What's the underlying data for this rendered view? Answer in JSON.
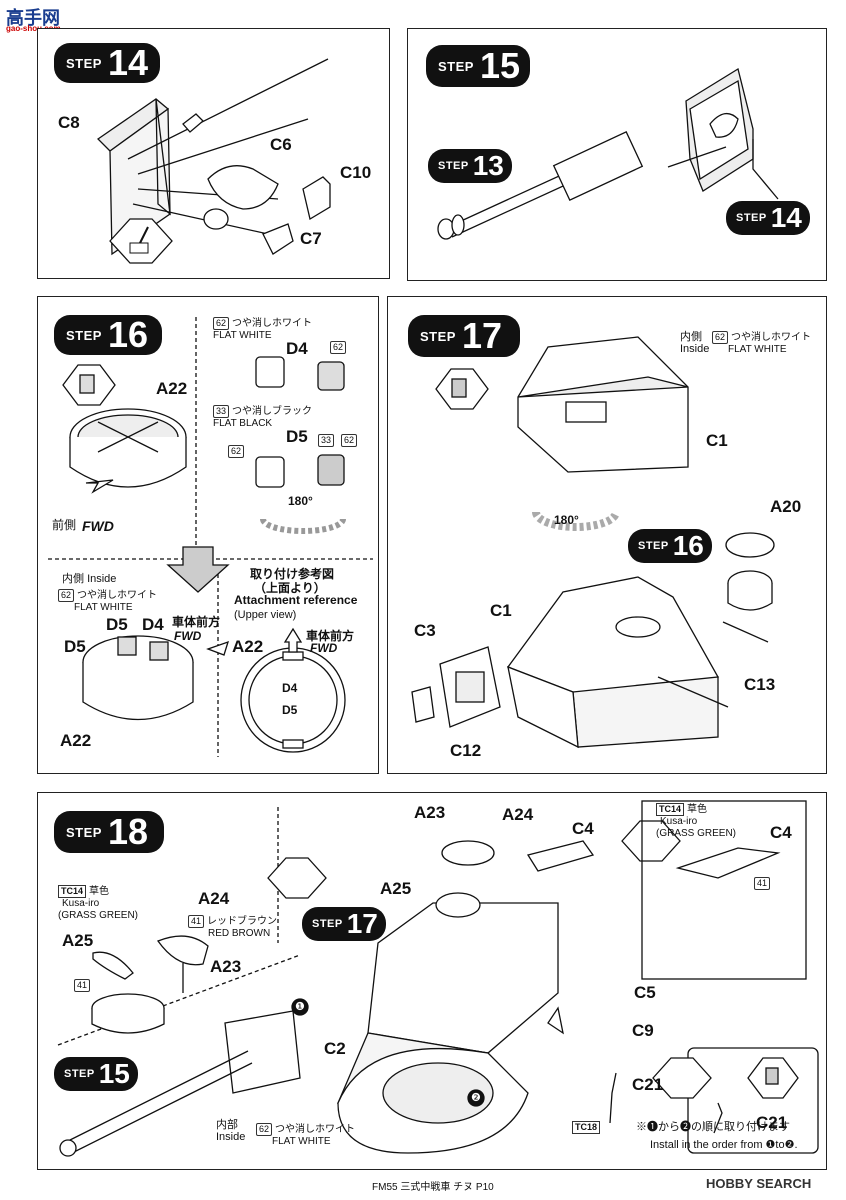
{
  "watermark": {
    "top_text": "高手网",
    "url": "gao-shou.com",
    "brand": "HOBBY SEARCH"
  },
  "footer": {
    "text": "FM55 三式中戦車 チヌ P10"
  },
  "step14": {
    "title_word": "STEP",
    "number": "14",
    "parts": [
      "C8",
      "C6",
      "C10",
      "C7"
    ]
  },
  "step15": {
    "title_word": "STEP",
    "number": "15",
    "sub1": "13",
    "sub2": "14"
  },
  "step16": {
    "title_word": "STEP",
    "number": "16",
    "part_a22": "A22",
    "fwd_jp": "前側",
    "fwd_en": "FWD",
    "flat_white_num": "62",
    "flat_white_jp": "つや消しホワイト",
    "flat_white_en": "FLAT WHITE",
    "d4": "D4",
    "d4_badge": "62",
    "flat_black_num": "33",
    "flat_black_jp": "つや消しブラック",
    "flat_black_en": "FLAT BLACK",
    "d5": "D5",
    "d5_badge1": "33",
    "d5_badge2": "62",
    "d5_left_badge": "62",
    "rotate": "180°",
    "inside_jp": "内側",
    "inside_en": "Inside",
    "inside_color_num": "62",
    "inside_color_jp": "つや消しホワイト",
    "inside_color_en": "FLAT WHITE",
    "lower_d5a": "D5",
    "lower_d4": "D4",
    "lower_d5b": "D5",
    "lower_a22": "A22",
    "hull_fwd_jp": "車体前方",
    "hull_fwd_en": "FWD",
    "ref_jp1": "取り付け参考図",
    "ref_jp2": "（上面より）",
    "ref_en1": "Attachment reference",
    "ref_en2": "(Upper view)",
    "ref_a22": "A22",
    "ref_d4": "D4",
    "ref_d5": "D5",
    "ref_fwd_jp": "車体前方",
    "ref_fwd_en": "FWD"
  },
  "step17": {
    "title_word": "STEP",
    "number": "17",
    "inside_jp": "内側",
    "inside_en": "Inside",
    "color_num": "62",
    "color_jp": "つや消しホワイト",
    "color_en": "FLAT WHITE",
    "c1_top": "C1",
    "rotate": "180°",
    "sub_step": "16",
    "a20": "A20",
    "c1": "C1",
    "c3": "C3",
    "c12": "C12",
    "c13": "C13"
  },
  "step18": {
    "title_word": "STEP",
    "number": "18",
    "grass_tc": "TC14",
    "grass_jp": "草色",
    "grass_romaji": "Kusa-iro",
    "grass_en": "(GRASS GREEN)",
    "a25": "A25",
    "a25_badge": "41",
    "a24": "A24",
    "red_num": "41",
    "red_jp": "レッドブラウン",
    "red_en": "RED BROWN",
    "a23": "A23",
    "sub17": "17",
    "sub15": "15",
    "top_a23": "A23",
    "top_a24": "A24",
    "top_a25": "A25",
    "c4": "C4",
    "inset_tc": "TC14",
    "inset_jp": "草色",
    "inset_romaji": "Kusa-iro",
    "inset_en": "(GRASS GREEN)",
    "inset_c4": "C4",
    "inset_badge": "41",
    "c2": "C2",
    "c5": "C5",
    "c9": "C9",
    "c21": "C21",
    "c21_inset": "C21",
    "inside_jp": "内部",
    "inside_en": "Inside",
    "inside_num": "62",
    "inside_color_jp": "つや消しホワイト",
    "inside_color_en": "FLAT WHITE",
    "tc18": "TC18",
    "order_jp": "※❶から❷の順に取り付けます",
    "order_en": "Install in the order from ❶to❷.",
    "mark1": "❶",
    "mark2": "❷"
  }
}
